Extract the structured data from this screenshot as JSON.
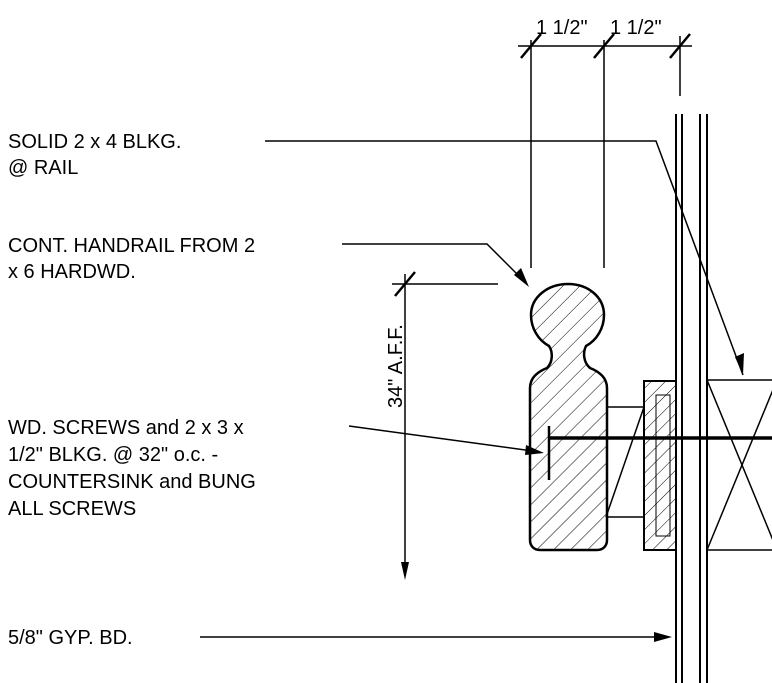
{
  "dimensions": {
    "rail_width": "1 1/2\"",
    "gap_width": "1 1/2\"",
    "height": "34\" A.F.F."
  },
  "callouts": {
    "blocking": [
      "SOLID 2 x 4 BLKG.",
      "@ RAIL"
    ],
    "handrail": [
      "CONT. HANDRAIL FROM 2",
      "x 6 HARDWD."
    ],
    "screws": [
      "WD. SCREWS and 2 x 3 x",
      "1/2\" BLKG. @ 32\" o.c. -",
      "COUNTERSINK and BUNG",
      "ALL SCREWS"
    ],
    "gypsum": [
      "5/8\" GYP. BD."
    ]
  }
}
